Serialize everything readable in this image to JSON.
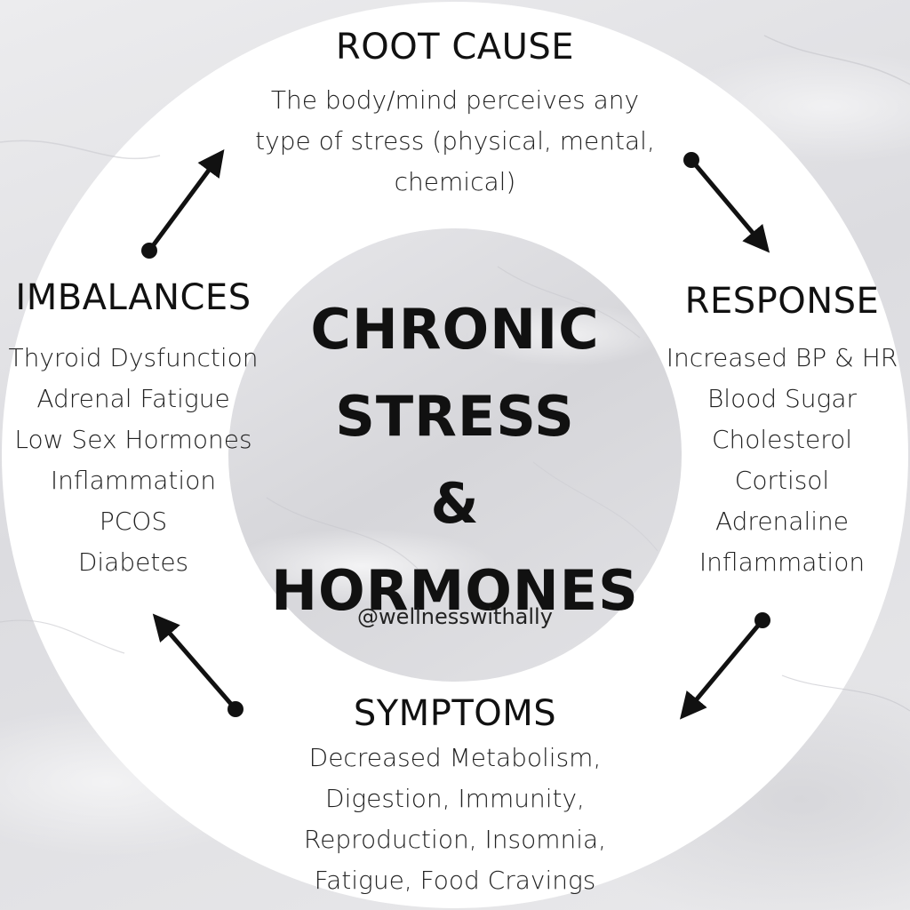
{
  "center": {
    "title_lines": [
      "CHRONIC",
      "STRESS",
      "&",
      "HORMONES"
    ],
    "handle": "@wellnesswithally"
  },
  "root_cause": {
    "heading": "ROOT CAUSE",
    "lines": [
      "The body/mind perceives any",
      "type of stress (physical, mental,",
      "chemical)"
    ]
  },
  "response": {
    "heading": "RESPONSE",
    "lines": [
      "Increased BP & HR",
      "Blood Sugar",
      "Cholesterol",
      "Cortisol",
      "Adrenaline",
      "Inflammation"
    ]
  },
  "symptoms": {
    "heading": "SYMPTOMS",
    "lines": [
      "Decreased Metabolism,",
      "Digestion, Immunity,",
      "Reproduction, Insomnia,",
      "Fatigue, Food Cravings"
    ]
  },
  "imbalances": {
    "heading": "IMBALANCES",
    "lines": [
      "Thyroid Dysfunction",
      "Adrenal Fatigue",
      "Low Sex Hormones",
      "Inflammation",
      "PCOS",
      "Diabetes"
    ]
  },
  "colors": {
    "ring": "#ffffff",
    "text": "#111111",
    "arrow": "#111111"
  }
}
